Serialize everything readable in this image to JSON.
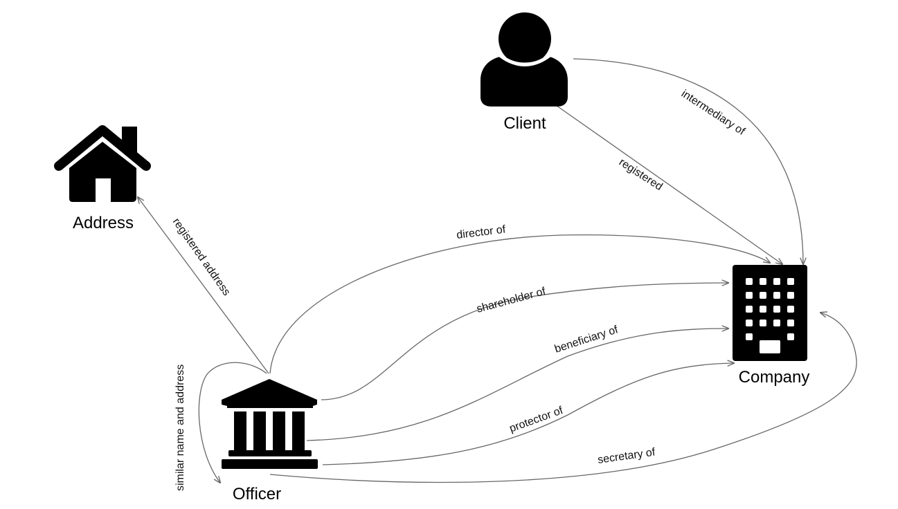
{
  "diagram": {
    "nodes": {
      "client": {
        "label": "Client",
        "icon": "person-icon"
      },
      "address": {
        "label": "Address",
        "icon": "house-icon"
      },
      "officer": {
        "label": "Officer",
        "icon": "institution-icon"
      },
      "company": {
        "label": "Company",
        "icon": "office-building-icon"
      }
    },
    "edges": [
      {
        "id": "intermediary",
        "from": "Client",
        "to": "Company",
        "label": "intermediary of"
      },
      {
        "id": "registered",
        "from": "Client",
        "to": "Company",
        "label": "registered"
      },
      {
        "id": "registered-address",
        "from": "Officer",
        "to": "Address",
        "label": "registered address"
      },
      {
        "id": "director",
        "from": "Officer",
        "to": "Company",
        "label": "director of"
      },
      {
        "id": "shareholder",
        "from": "Officer",
        "to": "Company",
        "label": "shareholder of"
      },
      {
        "id": "beneficiary",
        "from": "Officer",
        "to": "Company",
        "label": "beneficiary of"
      },
      {
        "id": "protector",
        "from": "Officer",
        "to": "Company",
        "label": "protector of"
      },
      {
        "id": "secretary",
        "from": "Officer",
        "to": "Company",
        "label": "secretary of"
      },
      {
        "id": "similar",
        "from": "Officer",
        "to": "Officer",
        "label": "similar name and address"
      }
    ],
    "colors": {
      "edge": "#666666",
      "icon": "#000000",
      "background": "#ffffff"
    }
  }
}
